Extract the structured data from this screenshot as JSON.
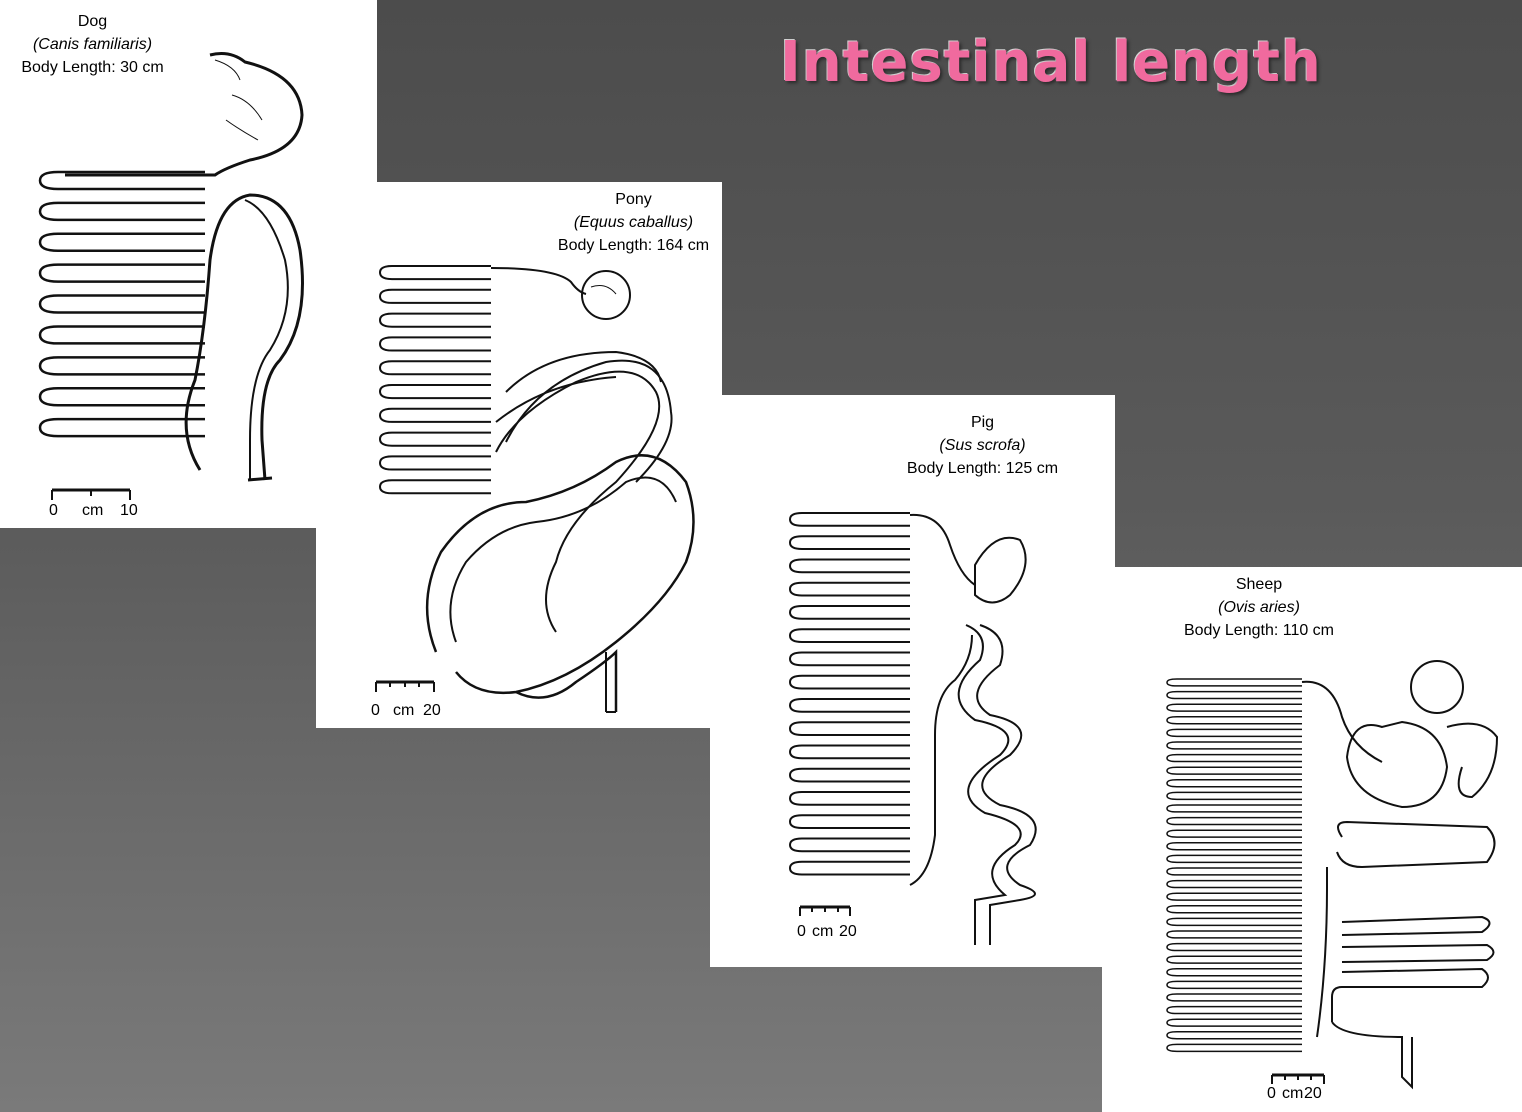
{
  "title": "Intestinal length",
  "panels": [
    {
      "name": "Dog",
      "scientific": "(Canis familiaris)",
      "body_length": "Body Length: 30 cm",
      "scale": {
        "min": "0",
        "unit": "cm",
        "max": "10"
      }
    },
    {
      "name": "Pony",
      "scientific": "(Equus caballus)",
      "body_length": "Body Length: 164 cm",
      "scale": {
        "min": "0",
        "unit": "cm",
        "max": "20"
      }
    },
    {
      "name": "Pig",
      "scientific": "(Sus scrofa)",
      "body_length": "Body Length: 125 cm",
      "scale": {
        "min": "0",
        "unit": "cm",
        "max": "20"
      }
    },
    {
      "name": "Sheep",
      "scientific": "(Ovis aries)",
      "body_length": "Body Length: 110 cm",
      "scale": {
        "min": "0",
        "unit": "cm",
        "max": "20"
      }
    }
  ],
  "colors": {
    "title": "#f06a9e",
    "background_top": "#4c4c4c",
    "background_bottom": "#7a7a7a"
  }
}
